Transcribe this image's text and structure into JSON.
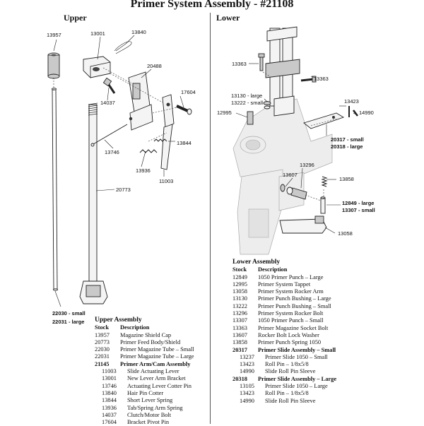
{
  "title": "Primer System Assembly - #21108",
  "upper_header": "Upper",
  "lower_header": "Lower",
  "upper_callouts": {
    "c13957": "13957",
    "c13001": "13001",
    "c13840": "13840",
    "c20488": "20488",
    "c14037": "14037",
    "c17604": "17604",
    "c13746": "13746",
    "c13844": "13844",
    "c13936": "13936",
    "c11003": "11003",
    "c20773": "20773",
    "c22030": "22030 - small",
    "c22031": "22031 - large"
  },
  "lower_callouts": {
    "c13363a": "13363",
    "c13363b": "13363",
    "c13130": "13130 - large",
    "c13222": "13222 - small",
    "c12995": "12995",
    "c13423": "13423",
    "c14990": "14990",
    "c20317": "20317 - small",
    "c20318": "20318 - large",
    "c13296": "13296",
    "c13607": "13607",
    "c13858": "13858",
    "c12849": "12849 - large",
    "c13307": "13307 - small",
    "c13058": "13058"
  },
  "upper_assembly": {
    "heading": "Upper Assembly",
    "col_stock": "Stock",
    "col_desc": "Description",
    "rows": [
      {
        "stock": "13957",
        "desc": "Magazine Shield Cap",
        "bold": false,
        "sub": false
      },
      {
        "stock": "20773",
        "desc": "Primer Feed Body/Shield",
        "bold": false,
        "sub": false
      },
      {
        "stock": "22030",
        "desc": "Primer Magazine Tube – Small",
        "bold": false,
        "sub": false
      },
      {
        "stock": "22031",
        "desc": "Primer Magazine Tube – Large",
        "bold": false,
        "sub": false
      },
      {
        "stock": "21145",
        "desc": "Primer Arm/Cam Assembly",
        "bold": true,
        "sub": false
      },
      {
        "stock": "11003",
        "desc": "Slide Actuating Lever",
        "bold": false,
        "sub": true
      },
      {
        "stock": "13001",
        "desc": "New Lever Arm Bracket",
        "bold": false,
        "sub": true
      },
      {
        "stock": "13746",
        "desc": "Actuating Lever Cotter Pin",
        "bold": false,
        "sub": true
      },
      {
        "stock": "13840",
        "desc": "Hair Pin Cotter",
        "bold": false,
        "sub": true
      },
      {
        "stock": "13844",
        "desc": "Short Lever Spring",
        "bold": false,
        "sub": true
      },
      {
        "stock": "13936",
        "desc": "Tab/Spring Arm Spring",
        "bold": false,
        "sub": true
      },
      {
        "stock": "14037",
        "desc": "Clutch/Motor Bolt",
        "bold": false,
        "sub": true
      },
      {
        "stock": "17604",
        "desc": "Bracket Pivot Pin",
        "bold": false,
        "sub": true
      }
    ]
  },
  "lower_assembly": {
    "heading": "Lower Assembly",
    "col_stock": "Stock",
    "col_desc": "Description",
    "rows": [
      {
        "stock": "12849",
        "desc": "1050 Primer Punch – Large",
        "bold": false,
        "sub": false
      },
      {
        "stock": "12995",
        "desc": "Primer System Tappet",
        "bold": false,
        "sub": false
      },
      {
        "stock": "13058",
        "desc": "Primer System Rocker Arm",
        "bold": false,
        "sub": false
      },
      {
        "stock": "13130",
        "desc": "Primer Punch Bushing – Large",
        "bold": false,
        "sub": false
      },
      {
        "stock": "13222",
        "desc": "Primer Punch Bushing – Small",
        "bold": false,
        "sub": false
      },
      {
        "stock": "13296",
        "desc": "Primer System Rocker Bolt",
        "bold": false,
        "sub": false
      },
      {
        "stock": "13307",
        "desc": "1050 Primer Punch – Small",
        "bold": false,
        "sub": false
      },
      {
        "stock": "13363",
        "desc": "Primer Magazine Socket Bolt",
        "bold": false,
        "sub": false
      },
      {
        "stock": "13607",
        "desc": "Rocker Bolt Lock Washer",
        "bold": false,
        "sub": false
      },
      {
        "stock": "13858",
        "desc": "Primer Punch Spring 1050",
        "bold": false,
        "sub": false
      },
      {
        "stock": "20317",
        "desc": "Primer Slide Assembly – Small",
        "bold": true,
        "sub": false
      },
      {
        "stock": "13237",
        "desc": "Primer Slide 1050 – Small",
        "bold": false,
        "sub": true
      },
      {
        "stock": "13423",
        "desc": "Roll Pin – 1/8x5/8",
        "bold": false,
        "sub": true
      },
      {
        "stock": "14990",
        "desc": "Slide Roll Pin Sleeve",
        "bold": false,
        "sub": true
      },
      {
        "stock": "20318",
        "desc": "Primer Slide Assembly – Large",
        "bold": true,
        "sub": false
      },
      {
        "stock": "13105",
        "desc": "Primer Slide 1050 – Large",
        "bold": false,
        "sub": true
      },
      {
        "stock": "13423",
        "desc": "Roll Pin – 1/8x5/8",
        "bold": false,
        "sub": true
      },
      {
        "stock": "14990",
        "desc": "Slide Roll Pin Sleeve",
        "bold": false,
        "sub": true
      }
    ]
  }
}
